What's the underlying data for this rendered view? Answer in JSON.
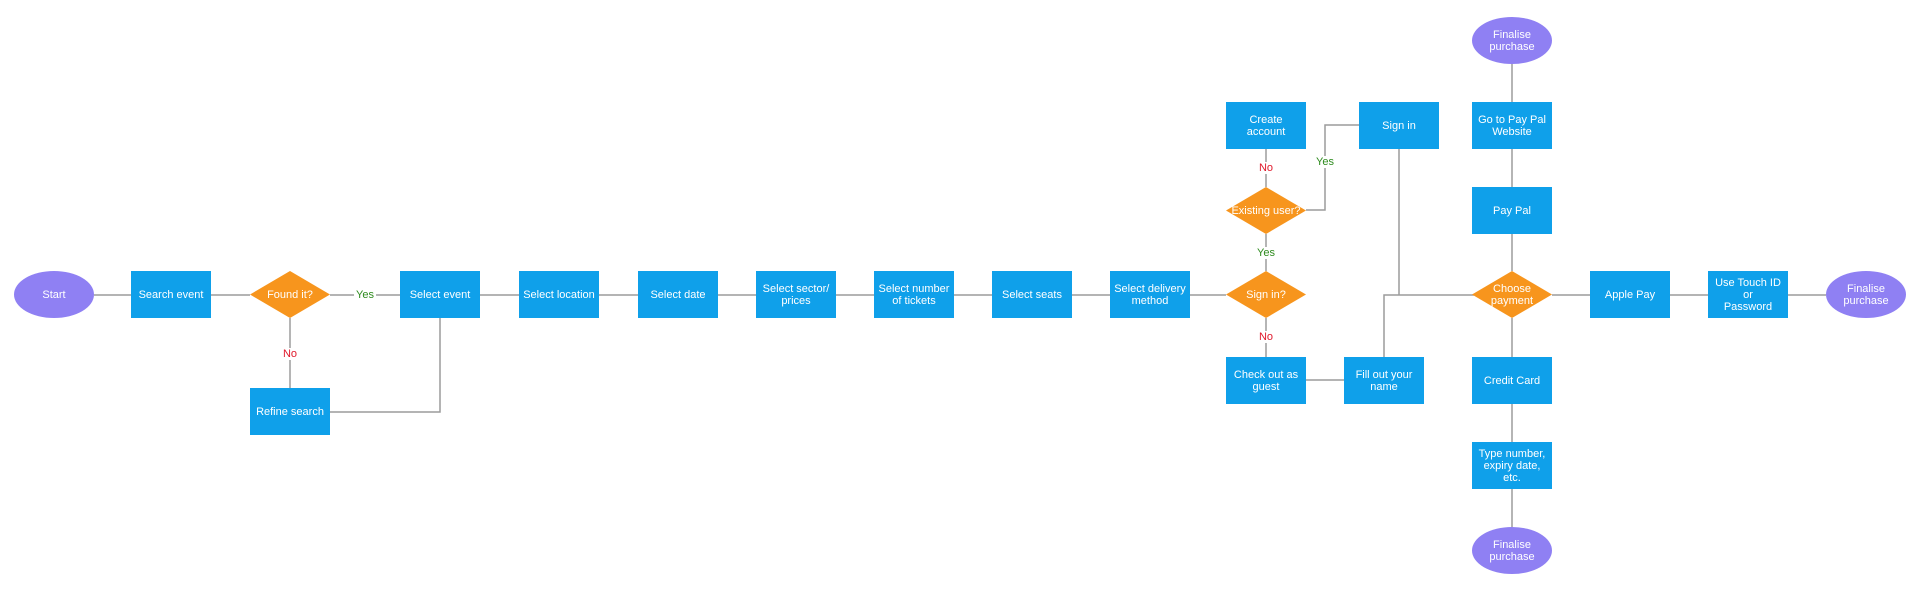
{
  "nodes": {
    "start": "Start",
    "search_event": "Search event",
    "found_it": "Found it?",
    "refine_search": "Refine search",
    "select_event": "Select event",
    "select_location": "Select location",
    "select_date": "Select date",
    "select_sector": "Select sector/\nprices",
    "select_tickets": "Select number\nof tickets",
    "select_seats": "Select seats",
    "select_delivery": "Select delivery\nmethod",
    "sign_in_q": "Sign in?",
    "existing_user": "Existing user?",
    "create_account": "Create account",
    "sign_in": "Sign in",
    "checkout_guest": "Check out as\nguest",
    "fill_name": "Fill out your\nname",
    "choose_payment": "Choose\npayment",
    "pay_pal": "Pay Pal",
    "go_paypal": "Go to Pay Pal\nWebsite",
    "finalise_top": "Finalise\npurchase",
    "apple_pay": "Apple Pay",
    "touch_id": "Use Touch ID or\nPassword",
    "finalise_right": "Finalise\npurchase",
    "credit_card": "Credit Card",
    "type_number": "Type number,\nexpiry date, etc.",
    "finalise_bottom": "Finalise\npurchase"
  },
  "edge_labels": {
    "found_yes": "Yes",
    "found_no": "No",
    "signin_yes": "Yes",
    "signin_no": "No",
    "existing_yes": "Yes",
    "existing_no": "No"
  },
  "colors": {
    "process": "#0fa0ea",
    "decision": "#f7951d",
    "terminal": "#8f80f3",
    "connector": "#9c9c9c",
    "yes_label": "#2e8b1e",
    "no_label": "#e0192b"
  }
}
